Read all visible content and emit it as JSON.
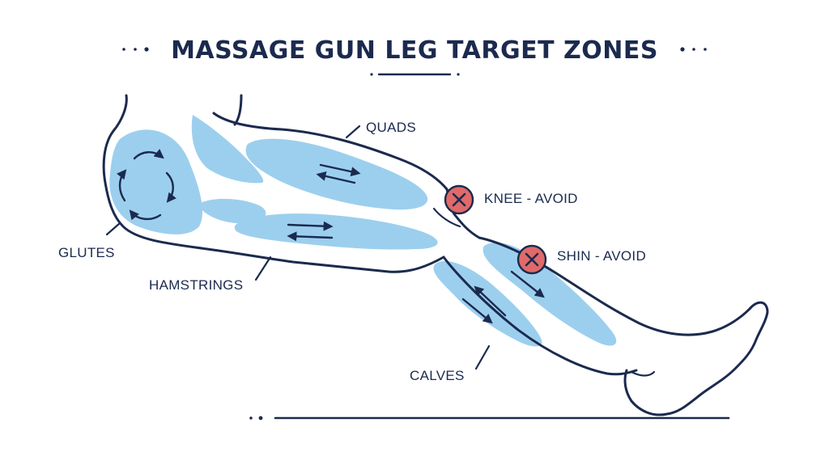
{
  "title": "MASSAGE GUN LEG TARGET ZONES",
  "labels": {
    "quads": "QUADS",
    "knee": "KNEE - AVOID",
    "shin": "SHIN - AVOID",
    "glutes": "GLUTES",
    "hamstrings": "HAMSTRINGS",
    "calves": "CALVES"
  },
  "colors": {
    "ink": "#1b2a4e",
    "zone": "#9ccfee",
    "avoid_fill": "#e06a6a",
    "avoid_stroke": "#1b2a4e"
  },
  "icons": {
    "avoid": "x-circle-icon",
    "motion": "arrow-icon"
  }
}
